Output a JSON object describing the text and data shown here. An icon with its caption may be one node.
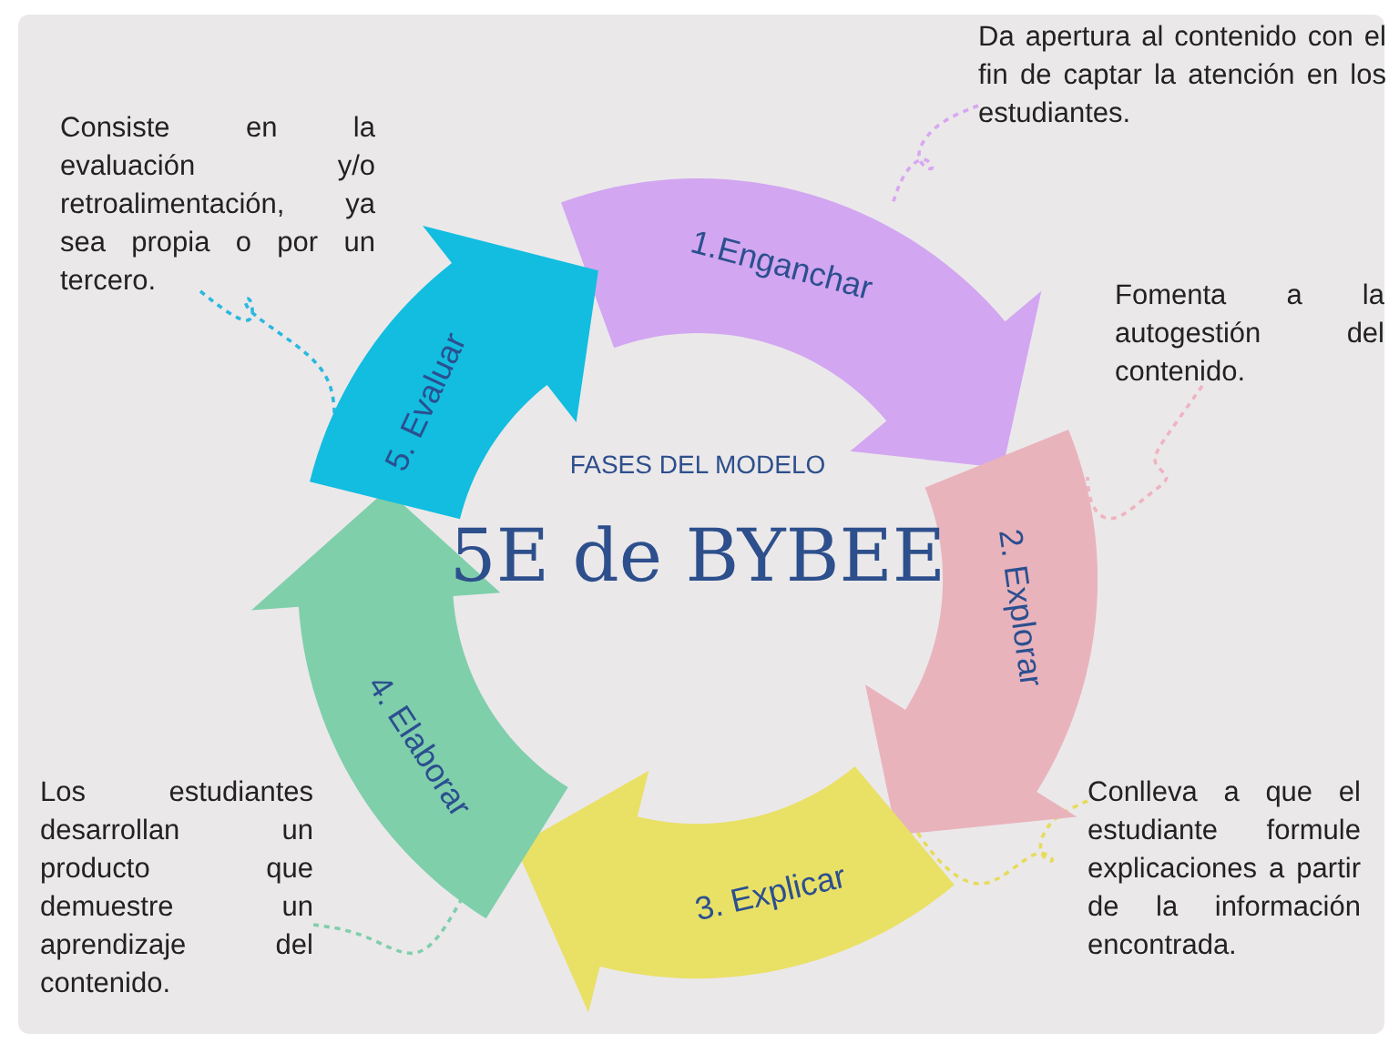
{
  "diagram": {
    "nodes": [
      {
        "text": [
          "1.Enganchar"
        ]
      },
      {
        "text": [
          "2. Explorar"
        ]
      },
      {
        "text": [
          "3. Explicar"
        ]
      },
      {
        "text": [
          "4. Elaborar"
        ]
      },
      {
        "text": [
          "5. Evaluar"
        ]
      },
      {
        "text": [
          "Da apertura al contenido con el fin de captar la atención en los estudiantes."
        ]
      },
      {
        "text": [
          "Fomenta a la autogestión del contenido."
        ]
      },
      {
        "text": [
          "Conlleva a que el estudiante formule explicaciones a partir de la información encontrada."
        ]
      },
      {
        "text": [
          "Los estudiantes desarrollan un producto que demuestre un aprendizaje del contenido."
        ]
      },
      {
        "text": [
          "Consiste en la evaluación y/o retroalimentación, ya sea propia o por un tercero."
        ]
      }
    ],
    "edges": [
      {
        "from": 5,
        "to": 0,
        "arrow": "none",
        "style": "dashed",
        "color": "#d7a8f0"
      },
      {
        "from": 6,
        "to": 1,
        "arrow": "none",
        "style": "dashed",
        "color": "#efb4c0"
      },
      {
        "from": 7,
        "to": 2,
        "arrow": "none",
        "style": "dashed",
        "color": "#e6dc5a"
      },
      {
        "from": 8,
        "to": 3,
        "arrow": "none",
        "style": "dashed",
        "color": "#7fcfab"
      },
      {
        "from": 9,
        "to": 4,
        "arrow": "none",
        "style": "dashed",
        "color": "#2bb8df"
      }
    ],
    "labels": [
      "FASES DEL MODELO",
      "5E de BYBEE"
    ]
  }
}
